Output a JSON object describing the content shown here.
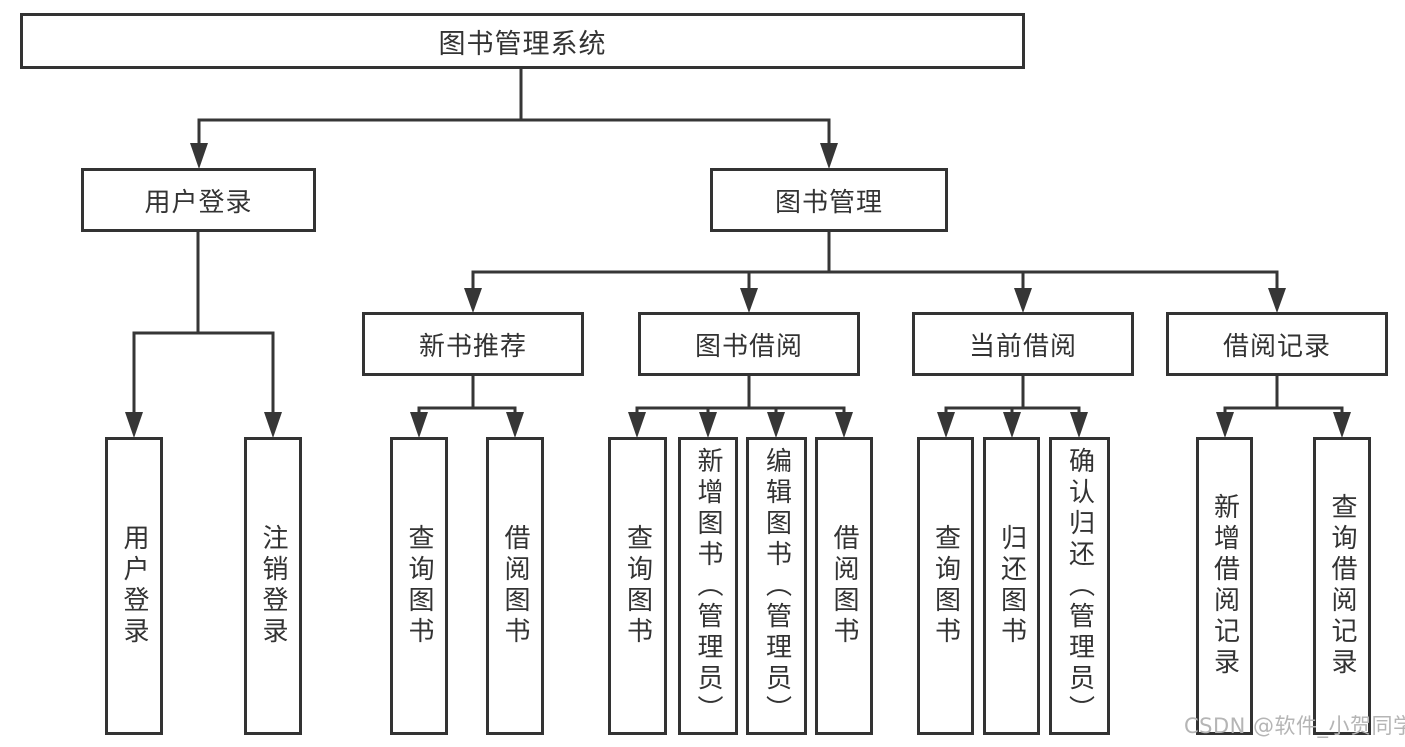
{
  "colors": {
    "line": "#363636",
    "box_border": "#333333",
    "box_fill": "#ffffff",
    "text": "#333333",
    "watermark_text_color": "#b5b5b5",
    "background": "#ffffff"
  },
  "watermark": {
    "text": "CSDN @软件_小贺同学"
  },
  "tree": {
    "label": "图书管理系统",
    "children": [
      {
        "label": "用户登录",
        "children": [
          {
            "label": "用户登录"
          },
          {
            "label": "注销登录"
          }
        ]
      },
      {
        "label": "图书管理",
        "children": [
          {
            "label": "新书推荐",
            "children": [
              {
                "label": "查询图书"
              },
              {
                "label": "借阅图书"
              }
            ]
          },
          {
            "label": "图书借阅",
            "children": [
              {
                "label": "查询图书"
              },
              {
                "label": "新增图书（管理员）"
              },
              {
                "label": "编辑图书（管理员）"
              },
              {
                "label": "借阅图书"
              }
            ]
          },
          {
            "label": "当前借阅",
            "children": [
              {
                "label": "查询图书"
              },
              {
                "label": "归还图书"
              },
              {
                "label": "确认归还（管理员）"
              }
            ]
          },
          {
            "label": "借阅记录",
            "children": [
              {
                "label": "新增借阅记录"
              },
              {
                "label": "查询借阅记录"
              }
            ]
          }
        ]
      }
    ]
  }
}
